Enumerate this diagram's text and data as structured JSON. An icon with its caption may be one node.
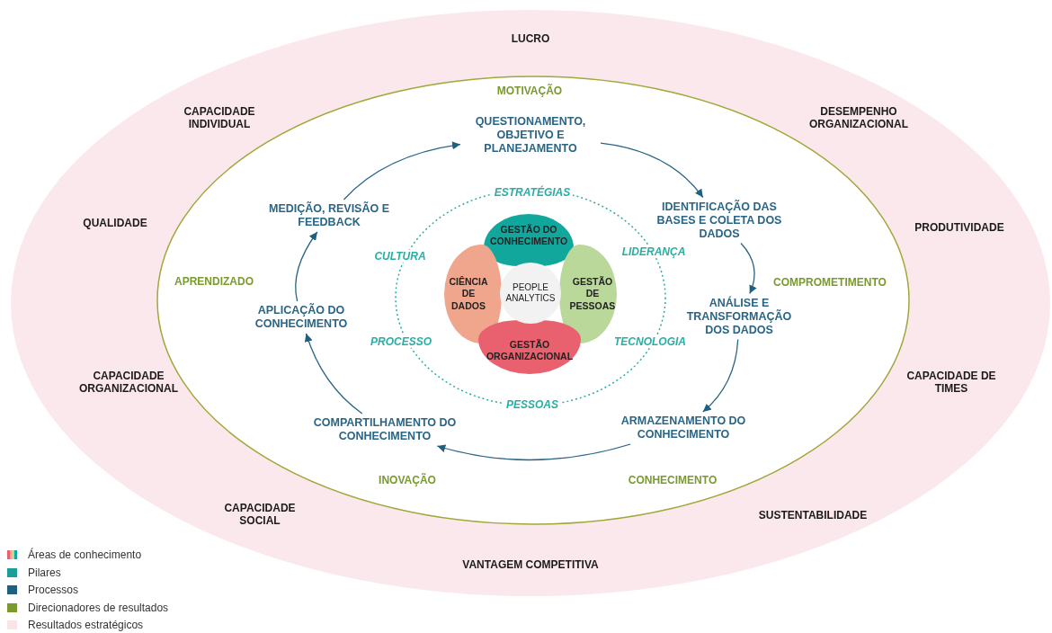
{
  "diagram": {
    "nodes": [
      {
        "text": [
          "QUESTIONAMENTO, OBJETIVO E PLANEJAMENTO"
        ]
      },
      {
        "text": [
          "IDENTIFICAÇÃO DAS BASES E COLETA DOS DADOS"
        ]
      },
      {
        "text": [
          "ANÁLISE E TRANSFORMAÇÃO DOS DADOS"
        ]
      },
      {
        "text": [
          "ARMAZENAMENTO DO CONHECIMENTO"
        ]
      },
      {
        "text": [
          "COMPARTILHAMENTO DO CONHECIMENTO"
        ]
      },
      {
        "text": [
          "APLICAÇÃO DO CONHECIMENTO"
        ]
      },
      {
        "text": [
          "MEDIÇÃO, REVISÃO E FEEDBACK"
        ]
      },
      {
        "text": [
          "GESTÃO DO CONHECIMENTO"
        ]
      },
      {
        "text": [
          "CIÊNCIA DE DADOS"
        ]
      },
      {
        "text": [
          "PEOPLE ANALYTICS"
        ]
      },
      {
        "text": [
          "GESTÃO DE PESSOAS"
        ]
      },
      {
        "text": [
          "GESTÃO ORGANIZACIONAL"
        ]
      }
    ],
    "edges": [
      {
        "from": 0,
        "to": 1,
        "arrow": "to"
      },
      {
        "from": 1,
        "to": 2,
        "arrow": "to"
      },
      {
        "from": 2,
        "to": 3,
        "arrow": "to"
      },
      {
        "from": 3,
        "to": 4,
        "arrow": "to"
      },
      {
        "from": 4,
        "to": 5,
        "arrow": "to"
      },
      {
        "from": 5,
        "to": 6,
        "arrow": "to"
      },
      {
        "from": 6,
        "to": 0,
        "arrow": "to"
      }
    ],
    "labels": [
      "LUCRO",
      "MOTIVAÇÃO",
      "CAPACIDADE INDIVIDUAL",
      "DESEMPENHO ORGANIZACIONAL",
      "ESTRATÉGIAS",
      "QUALIDADE",
      "PRODUTIVIDADE",
      "CULTURA",
      "LIDERANÇA",
      "APRENDIZADO",
      "COMPROMETIMENTO",
      "PROCESSO",
      "TECNOLOGIA",
      "CAPACIDADE ORGANIZACIONAL",
      "CAPACIDADE DE TIMES",
      "PESSOAS",
      "INOVAÇÃO",
      "CONHECIMENTO",
      "CAPACIDADE SOCIAL",
      "SUSTENTABILIDADE",
      "VANTAGEM COMPETITIVA"
    ],
    "legend": [
      {
        "text": "Áreas de conhecimento"
      },
      {
        "text": "Pilares",
        "color": "#1a9e96"
      },
      {
        "text": "Processos",
        "color": "#1f5f7f"
      },
      {
        "text": "Direcionadores de resultados",
        "color": "#7a9a2e"
      },
      {
        "text": "Resultados estratégicos",
        "color": "#f9e4e8"
      }
    ]
  }
}
